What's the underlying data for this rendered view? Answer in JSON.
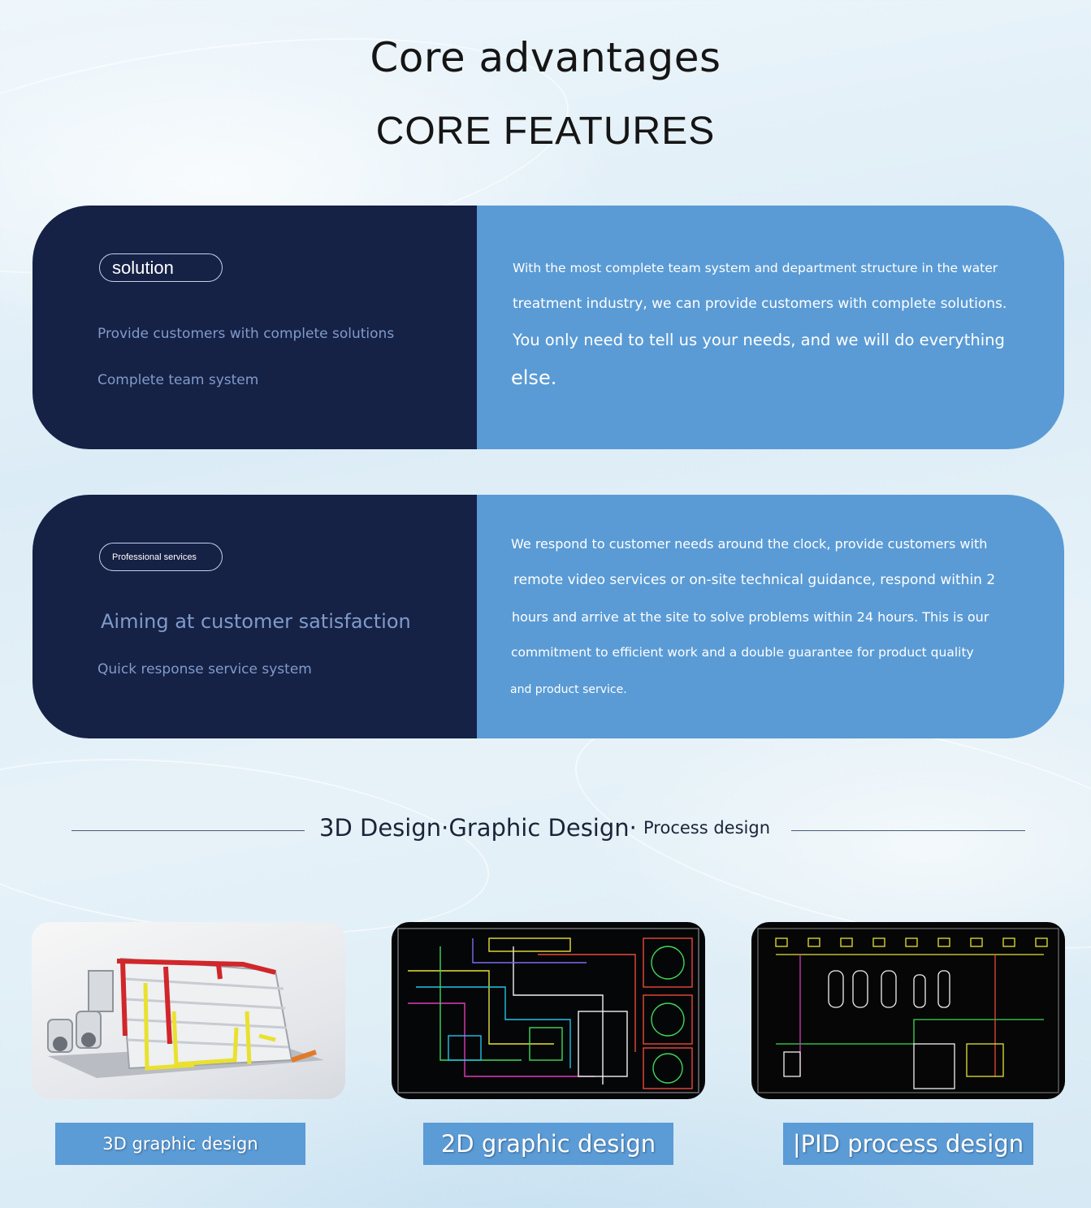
{
  "header": {
    "title": "Core advantages",
    "subtitle": "CORE FEATURES"
  },
  "cards": [
    {
      "tag": "solution",
      "lines": [
        "Provide customers with complete solutions",
        "Complete team system"
      ],
      "description_lines": [
        "With the most complete team system and department structure in the water",
        "treatment industry, we can provide customers with complete solutions.",
        "You only need to tell us your needs, and we will do everything",
        "else."
      ]
    },
    {
      "tag": "Professional services",
      "lines": [
        "Aiming at customer satisfaction",
        "Quick response service system"
      ],
      "description_lines": [
        "We respond to customer needs around the clock, provide customers with",
        "remote video services or on-site technical guidance, respond within 2",
        "hours and arrive at the site to solve problems within 24 hours. This is our",
        "commitment to efficient work and a double guarantee for product quality",
        "and product service."
      ]
    }
  ],
  "design_section": {
    "heading_main": "3D Design·Graphic Design·",
    "heading_tail": "Process design"
  },
  "gallery": [
    {
      "caption": "3D graphic design",
      "image": "3d-equipment-render"
    },
    {
      "caption": "2D graphic design",
      "image": "2d-cad-drawing"
    },
    {
      "caption": "|PID process design",
      "image": "pid-process-diagram"
    }
  ],
  "colors": {
    "card_dark": "#162146",
    "card_light": "#5a9bd5",
    "caption_bg": "#5b9bd6",
    "left_text": "#7f9bc9"
  }
}
